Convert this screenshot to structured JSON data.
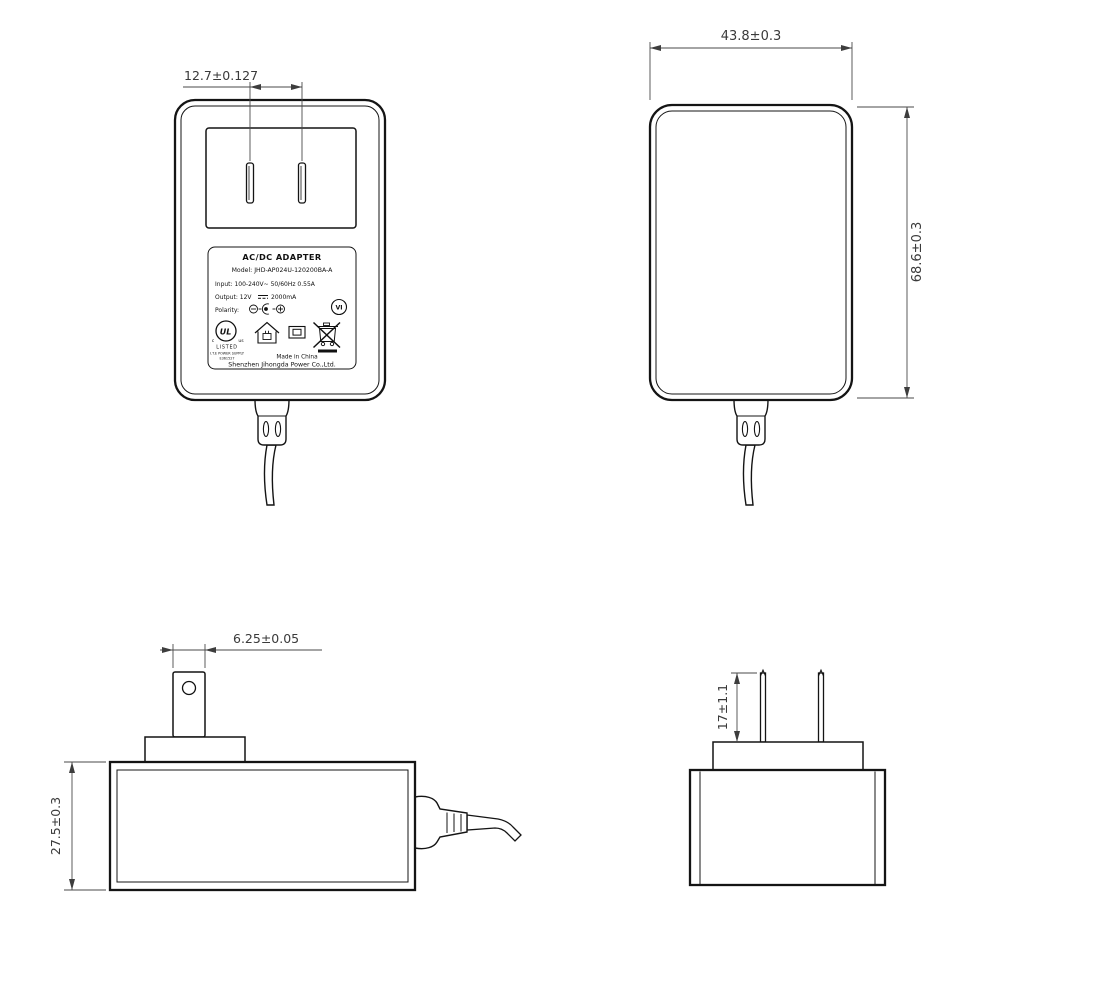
{
  "drawing": {
    "front": {
      "dim_prong_spacing": "12.7±0.127",
      "label": {
        "title": "AC/DC  ADAPTER",
        "model": "Model: JHD-AP024U-120200BA-A",
        "input": "Input: 100-240V~  50/60Hz  0.55A",
        "output_prefix": "Output: 12V",
        "output_suffix": "2000mA",
        "polarity_label": "Polarity:",
        "efficiency_mark": "VI",
        "ul_letters": "UL",
        "ul_c": "c",
        "ul_us": "us",
        "listed": "LISTED",
        "ite_line": "I.T.E POWER SUPPLY",
        "file_no": "E361527",
        "made_in": "Made in China",
        "company": "Shenzhen Jihongda Power Co.,Ltd."
      }
    },
    "back": {
      "dim_width": "43.8±0.3",
      "dim_height": "68.6±0.3"
    },
    "side": {
      "dim_blade_width": "6.25±0.05",
      "dim_body_height": "27.5±0.3"
    },
    "bottom": {
      "dim_blade_length": "17±1.1"
    }
  }
}
